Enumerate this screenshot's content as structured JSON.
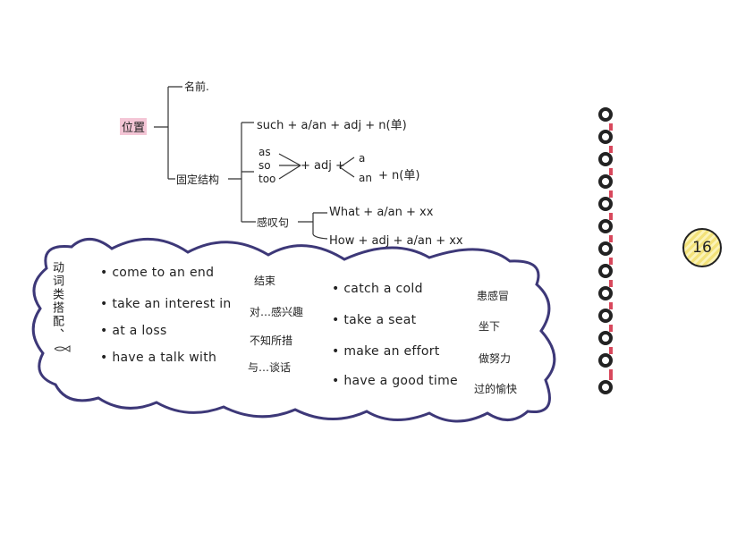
{
  "mindmap": {
    "root": "位置",
    "branch1": "名前.",
    "branch2": "固定结构",
    "such_pattern": "such + a/an + adj + n(单)",
    "as": "as",
    "so": "so",
    "too": "too",
    "adj_part": "+ adj +",
    "a": "a",
    "an": "an",
    "noun_part": "+ n(单)",
    "exclaim": "感叹句",
    "what_pattern": "What + a/an + xx",
    "how_pattern": "How + adj + a/an + xx"
  },
  "cloud": {
    "title": "动词类搭配、",
    "left_items": [
      {
        "en": "come to an end",
        "zh": "结束"
      },
      {
        "en": "take an interest in",
        "zh": "对…感兴趣"
      },
      {
        "en": "at a loss",
        "zh": "不知所措"
      },
      {
        "en": "have a talk with",
        "zh": "与…谈话"
      }
    ],
    "right_items": [
      {
        "en": "catch a cold",
        "zh": "患感冒"
      },
      {
        "en": "take a seat",
        "zh": "坐下"
      },
      {
        "en": "make an effort",
        "zh": "做努力"
      },
      {
        "en": "have a good time",
        "zh": "过的愉快"
      }
    ]
  },
  "page_number": "16",
  "colors": {
    "cloud_outline": "#3d3878",
    "highlight": "#f4c6d6",
    "badge": "#f3e27a",
    "ring_red": "#d8485c"
  }
}
